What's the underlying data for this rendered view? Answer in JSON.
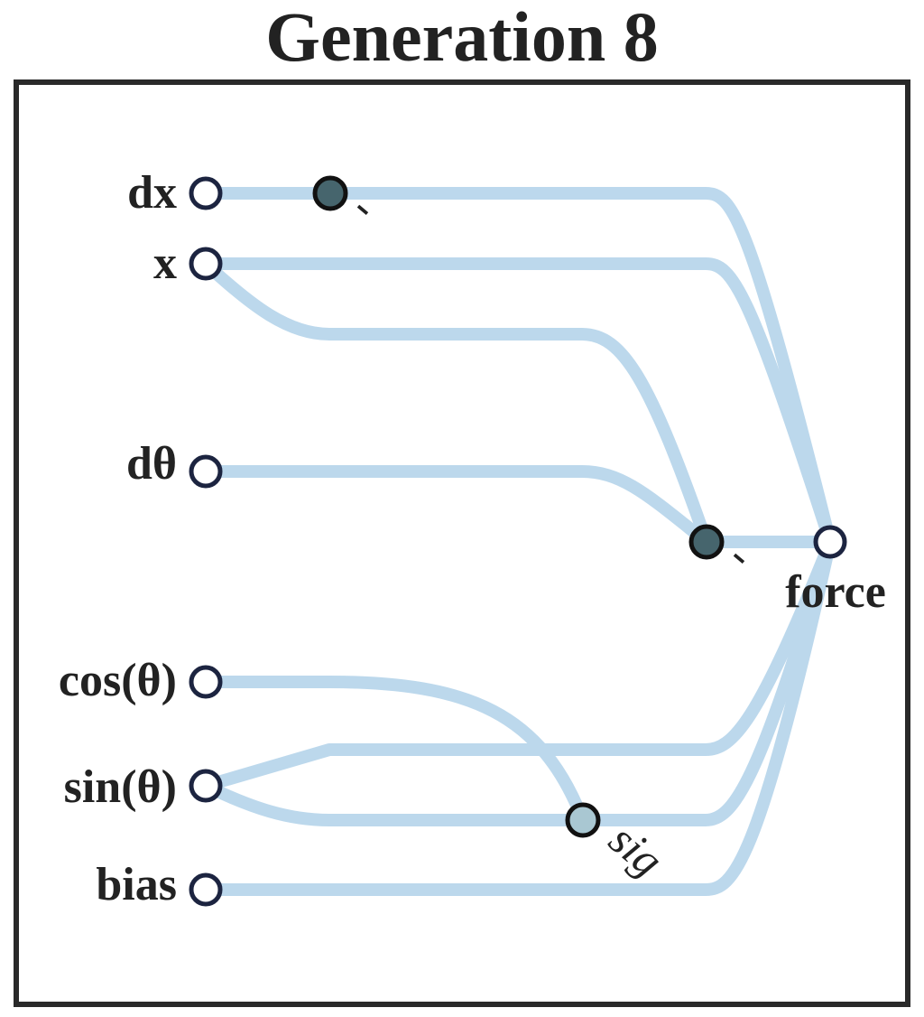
{
  "title": "Generation 8",
  "inputs": {
    "dx": "dx",
    "x": "x",
    "dtheta": "dθ",
    "cos_theta": "cos(θ)",
    "sin_theta": "sin(θ)",
    "bias": "bias"
  },
  "output": {
    "force": "force"
  },
  "hidden": {
    "h1_activation": "-",
    "h2_activation": "-",
    "h3_activation": "sig"
  },
  "colors": {
    "connection": "#b3d3ea",
    "frame": "#2a2a2a",
    "node_outline": "#1c2440",
    "hidden_dark": "#46656d",
    "hidden_light": "#a9c7d2",
    "text": "#222222"
  }
}
